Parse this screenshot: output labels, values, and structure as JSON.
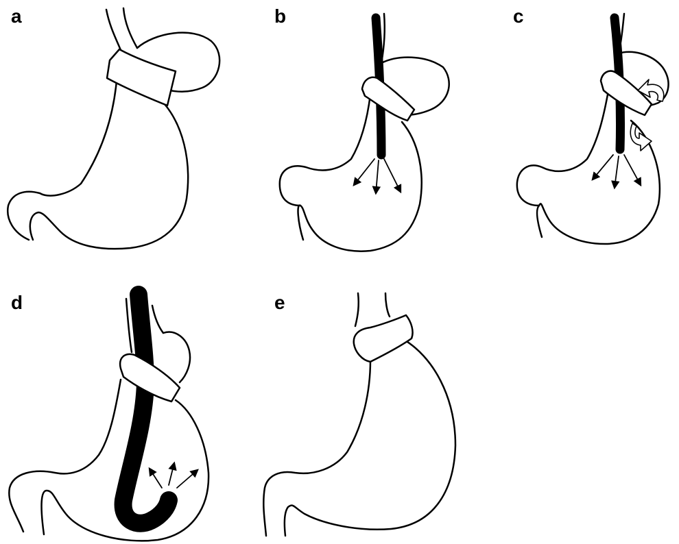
{
  "panels": [
    {
      "id": "a",
      "label": "a"
    },
    {
      "id": "b",
      "label": "b"
    },
    {
      "id": "c",
      "label": "c"
    },
    {
      "id": "d",
      "label": "d"
    },
    {
      "id": "e",
      "label": "e"
    }
  ],
  "colors": {
    "line": "#000000",
    "background": "#ffffff"
  }
}
